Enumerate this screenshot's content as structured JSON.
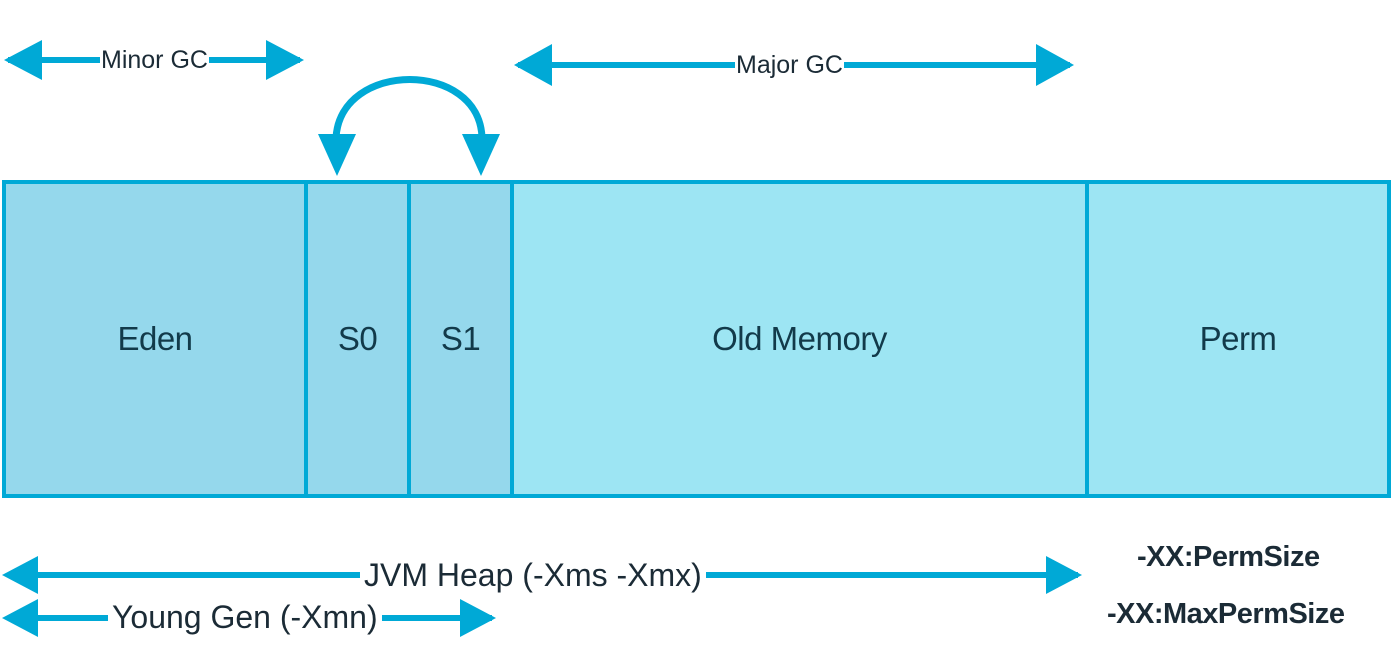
{
  "gc_labels": {
    "minor": "Minor GC",
    "major": "Major GC"
  },
  "regions": {
    "eden": "Eden",
    "s0": "S0",
    "s1": "S1",
    "old": "Old Memory",
    "perm": "Perm"
  },
  "heap_labels": {
    "jvm_heap": "JVM Heap (-Xms -Xmx)",
    "young_gen": "Young Gen (-Xmn)"
  },
  "perm_flags": {
    "perm_size": "-XX:PermSize",
    "max_perm_size": "-XX:MaxPermSize"
  },
  "colors": {
    "accent": "#00a9d6",
    "young_fill": "#95d8ec",
    "old_fill": "#9de5f3",
    "text": "#1b2b36"
  }
}
